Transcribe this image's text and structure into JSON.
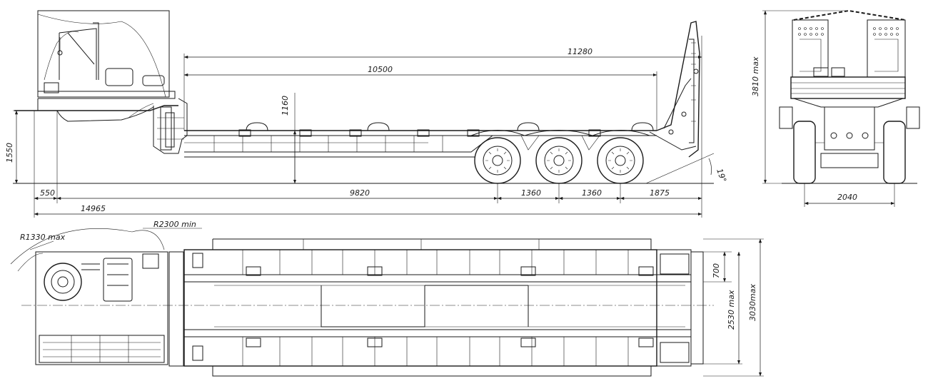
{
  "side_view": {
    "dimensions": {
      "deck_length_total": "11280",
      "deck_length_main": "10500",
      "deck_height": "1160",
      "coupling_height": "1550",
      "front_overhang": "550",
      "kingpin_to_axle": "9820",
      "axle_spacing_1": "1360",
      "axle_spacing_2": "1360",
      "rear_overhang": "1875",
      "overall_length": "14965",
      "departure_angle": "19°"
    }
  },
  "rear_view": {
    "dimensions": {
      "max_height": "3810 max",
      "track_width": "2040"
    }
  },
  "top_view": {
    "dimensions": {
      "front_swing_radius": "R1330 max",
      "turning_radius": "R2300 min",
      "ramp_spacing": "700",
      "width": "2530 max",
      "overall_width": "3030max"
    }
  }
}
